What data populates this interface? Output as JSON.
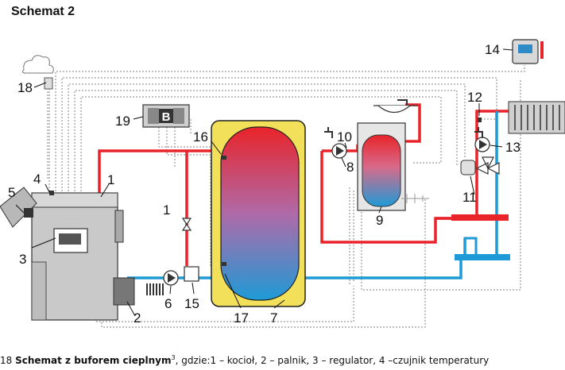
{
  "title": "Schemat 2",
  "boiler_control_letter": "B",
  "labels": {
    "n1_boiler": "1",
    "n1_pipe": "1",
    "n2": "2",
    "n3": "3",
    "n4": "4",
    "n5": "5",
    "n6": "6",
    "n7": "7",
    "n8": "8",
    "n9": "9",
    "n10": "10",
    "n11": "11",
    "n12": "12",
    "n13": "13",
    "n14": "14",
    "n15": "15",
    "n16": "16",
    "n17": "17",
    "n18": "18",
    "n19": "19"
  },
  "caption": {
    "prefix": "18 ",
    "bold": "Schemat z buforem cieplnym",
    "sup": "3",
    "rest": ", gdzie:1 – kocioł, 2 – palnik, 3 – regulator, 4 –czujnik temperatury"
  },
  "colors": {
    "supply": "#e8242a",
    "return": "#1e9ad6",
    "wire": "#999999",
    "tank_jacket": "#f2e05a",
    "boiler": "#c9c9c9"
  }
}
